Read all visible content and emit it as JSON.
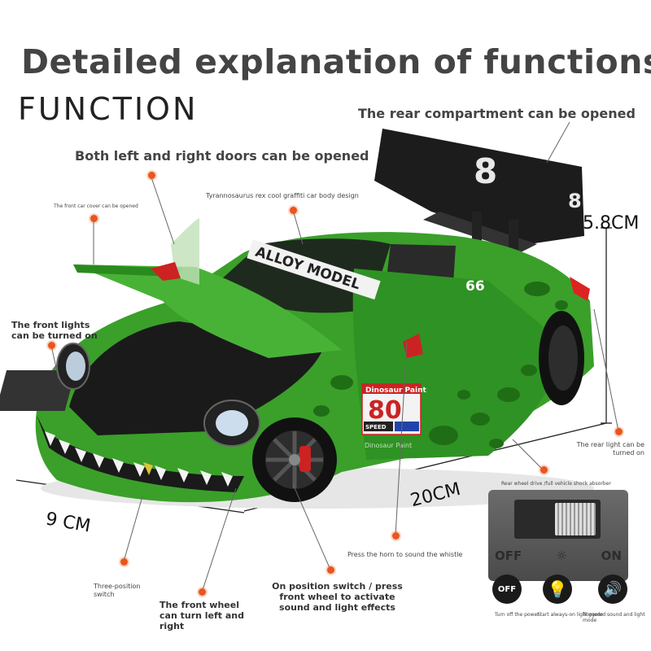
{
  "header": {
    "title": "Detailed explanation of functions",
    "function_label": "FUNCTION"
  },
  "callouts": {
    "rear_compartment": "The rear compartment can be opened",
    "doors": "Both left and right doors can be opened",
    "front_cover": "The front car cover can be opened",
    "graffiti": "Tyrannosaurus rex cool graffiti car body design",
    "front_lights": "The front lights can be turned on",
    "rear_light": "The rear light can be turned on",
    "rear_wheel": "Rear wheel drive /full vehicle shock absorber",
    "horn": "Press the horn to sound the whistle",
    "three_position": "Three-position switch",
    "front_wheel": "The front wheel can turn left and right",
    "on_position": "On position switch / press front wheel to activate sound and light effects"
  },
  "dimensions": {
    "height": "5.8CM",
    "length": "20CM",
    "width": "9 CM"
  },
  "car": {
    "hood_text": "ALLOY MODEL",
    "number": "80",
    "door_number": "66",
    "wing_number": "8",
    "sponsor": "Dinosaur Paint",
    "speed_label": "SPEED",
    "body_color": "#3aa02a",
    "dark_green": "#1f6e16"
  },
  "switch": {
    "off_label": "OFF",
    "on_label": "ON",
    "modes": [
      {
        "icon": "off-icon",
        "text": "OFF",
        "caption": "Turn off the power"
      },
      {
        "icon": "bulb-icon",
        "caption": "Start always-on light mode"
      },
      {
        "icon": "speaker-icon",
        "caption": "Triggered sound and light mode"
      }
    ]
  },
  "accent_color": "#e8561d"
}
